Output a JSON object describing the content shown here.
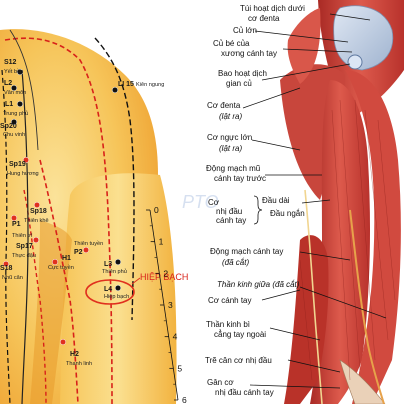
{
  "points": [
    {
      "code": "S12",
      "name": "Yết bồn"
    },
    {
      "code": "L2",
      "name": "Vân môn"
    },
    {
      "code": "L1",
      "name": "Trung phủ"
    },
    {
      "code": "Sp20",
      "name": "Chu vinh"
    },
    {
      "code": "Sp19",
      "name": "Hung hương"
    },
    {
      "code": "Sp18",
      "name": "Thiên khê"
    },
    {
      "code": "P1",
      "name": "Thiên trì"
    },
    {
      "code": "Sp17",
      "name": "Thực đậu"
    },
    {
      "code": "S18",
      "name": "Nhũ căn"
    },
    {
      "code": "P2",
      "name": "Thiên tuyền"
    },
    {
      "code": "H1",
      "name": "Cực tuyền"
    },
    {
      "code": "L3",
      "name": "Thiên phủ"
    },
    {
      "code": "L4",
      "name": "Hiệp bạch"
    },
    {
      "code": "H2",
      "name": "Thanh linh"
    },
    {
      "code": "LI 15",
      "name": "Kiên ngung"
    }
  ],
  "highlight_label": "HIỆP BẠCH",
  "watermark": "PTO",
  "ruler_ticks": [
    "0",
    "1",
    "2",
    "3",
    "4",
    "5",
    "6"
  ],
  "anatomy_labels": [
    {
      "lines": [
        "Túi hoạt dịch dưới",
        "cơ đenta"
      ]
    },
    {
      "lines": [
        "Củ lớn"
      ]
    },
    {
      "lines": [
        "Củ bé của",
        "xương cánh tay"
      ]
    },
    {
      "lines": [
        "Bao hoạt dịch",
        "gian củ"
      ]
    },
    {
      "lines": [
        "Cơ đenta",
        "(lật ra)"
      ]
    },
    {
      "lines": [
        "Cơ ngực lớn",
        "(lật ra)"
      ]
    },
    {
      "lines": [
        "Động mạch mũ",
        "cánh tay trước"
      ]
    },
    {
      "lines": [
        "Cơ",
        "nhị đầu",
        "cánh tay"
      ]
    },
    {
      "lines": [
        "Đầu dài",
        "Đầu ngắn"
      ]
    },
    {
      "lines": [
        "Động mạch cánh tay",
        "(đã cắt)"
      ]
    },
    {
      "lines": [
        "Thần kinh giữa (đã cắt)"
      ]
    },
    {
      "lines": [
        "Cơ cánh tay"
      ]
    },
    {
      "lines": [
        "Thần kinh bì",
        "cẳng tay ngoài"
      ]
    },
    {
      "lines": [
        "Trẽ cân cơ nhị đầu"
      ]
    },
    {
      "lines": [
        "Gân cơ",
        "nhị đầu cánh tay"
      ]
    }
  ],
  "colors": {
    "skin": "#f3b640",
    "skin_light": "#f9d982",
    "meridian_red": "#d8221a",
    "point_red": "#e0301e",
    "point_black": "#111111",
    "muscle": "#c43d35",
    "muscle_light": "#e98a7c"
  }
}
